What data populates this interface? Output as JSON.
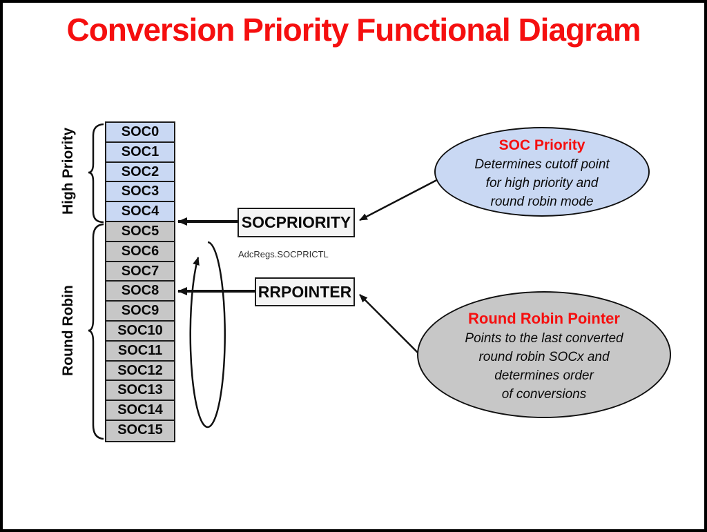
{
  "title": "Conversion Priority Functional Diagram",
  "colors": {
    "title_red": "#f50f0f",
    "high_priority_fill": "#c9d8f3",
    "round_robin_fill": "#c7c7c7",
    "register_box_fill": "#f4f4f4",
    "line_color": "#111111"
  },
  "soc_stack": {
    "high_priority": [
      "SOC0",
      "SOC1",
      "SOC2",
      "SOC3",
      "SOC4"
    ],
    "round_robin": [
      "SOC5",
      "SOC6",
      "SOC7",
      "SOC8",
      "SOC9",
      "SOC10",
      "SOC11",
      "SOC12",
      "SOC13",
      "SOC14",
      "SOC15"
    ]
  },
  "group_labels": {
    "high_priority": "High Priority",
    "round_robin": "Round Robin"
  },
  "registers": {
    "soc_priority_label": "SOCPRIORITY",
    "register_name": "AdcRegs.SOCPRICTL",
    "rr_pointer_label": "RRPOINTER"
  },
  "callouts": {
    "soc_priority": {
      "title": "SOC Priority",
      "lines": [
        "Determines cutoff point",
        "for high priority and",
        "round robin mode"
      ]
    },
    "round_robin_pointer": {
      "title": "Round Robin Pointer",
      "lines": [
        "Points to the last converted",
        "round robin SOCx and",
        "determines order",
        "of conversions"
      ]
    }
  }
}
